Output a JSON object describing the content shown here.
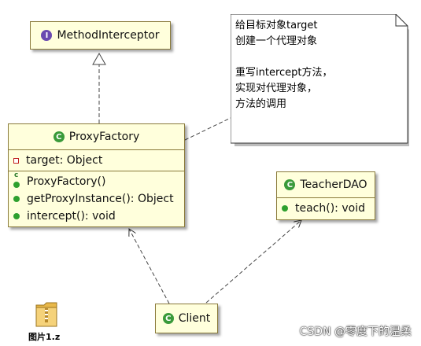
{
  "classes": {
    "method_interceptor": {
      "name": "MethodInterceptor",
      "badge": "I"
    },
    "proxy_factory": {
      "name": "ProxyFactory",
      "badge": "C",
      "field": "target: Object",
      "methods": [
        "ProxyFactory()",
        "getProxyInstance(): Object",
        "intercept(): void"
      ],
      "ctor_mark": "c"
    },
    "teacher_dao": {
      "name": "TeacherDAO",
      "badge": "C",
      "methods": [
        "teach(): void"
      ]
    },
    "client": {
      "name": "Client",
      "badge": "C"
    }
  },
  "note": {
    "lines": [
      "给目标对象target",
      "创建一个代理对象",
      "",
      "重写intercept方法，",
      "实现对代理对象，",
      "方法的调用"
    ]
  },
  "file": {
    "label": "图片1.z",
    "icon": "folder-zip-icon"
  },
  "watermark": "CSDN @零度下的温柔",
  "colors": {
    "class_fill": "#ffffdc",
    "class_border": "#8a7a3a",
    "class_badge": "#3a9a3a",
    "interface_badge": "#6a4ab0",
    "method_dot": "#2ea02e",
    "field_marker": "#c02020"
  }
}
